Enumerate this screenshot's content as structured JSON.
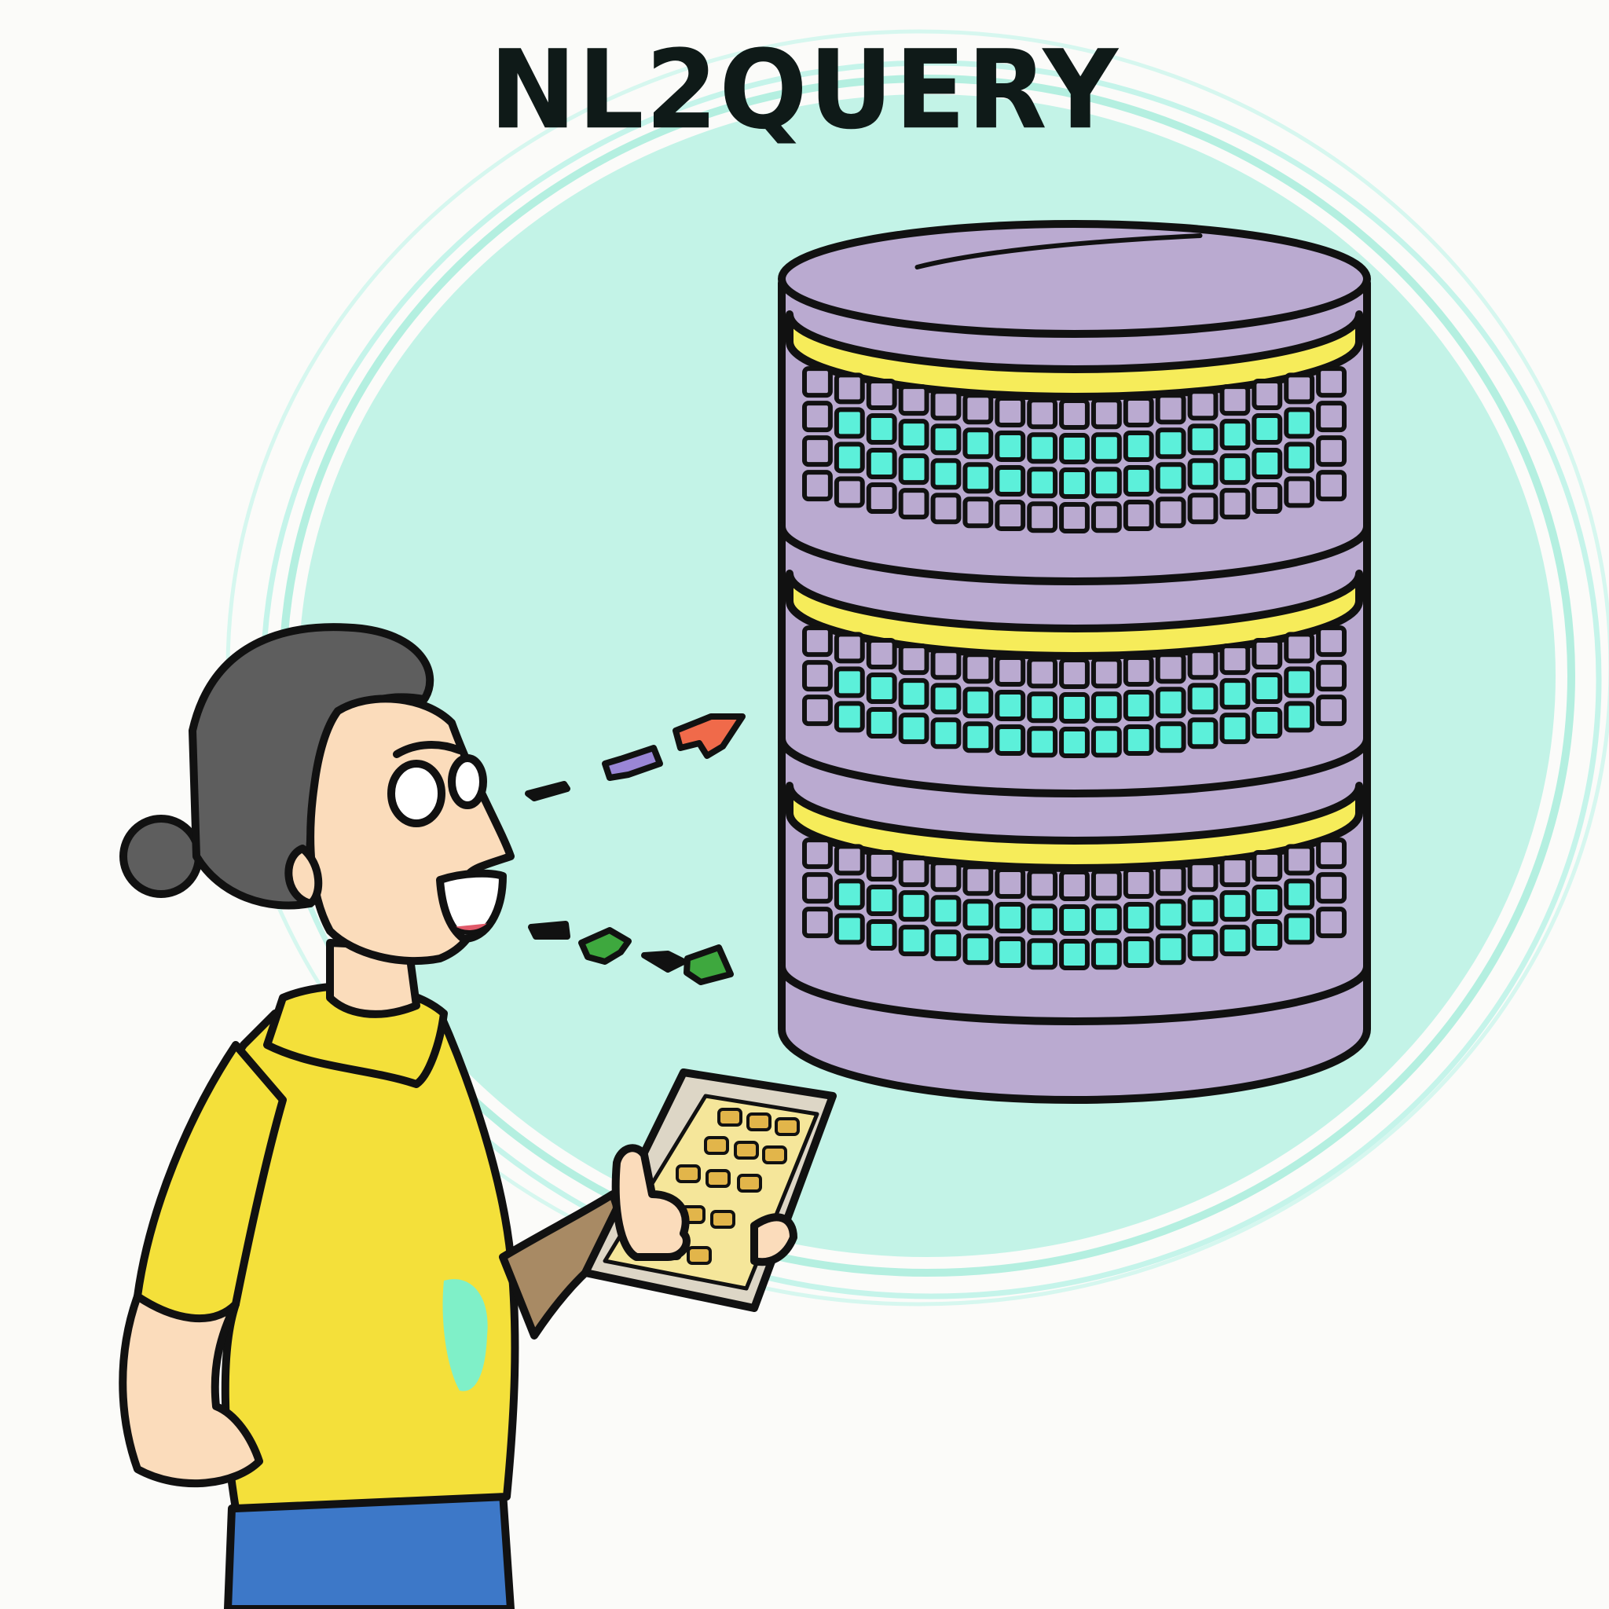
{
  "title": "NL2QUERY",
  "colors": {
    "background": "#fbfbf9",
    "halo": "#bff3e6",
    "outline": "#111111",
    "db_purple": "#baaad0",
    "db_yellow": "#f6ec5a",
    "db_cyan": "#5cf0da",
    "shirt": "#f4e03a",
    "skin": "#fbdcbb",
    "hair": "#5e5e5e",
    "pants": "#3d78c8",
    "bubble_orange": "#f06a4a",
    "bubble_purple": "#9a86d6",
    "bubble_green": "#3ea83e"
  },
  "icons": [
    "database-icon",
    "person-illustration",
    "phone-icon",
    "speech-fragments"
  ]
}
